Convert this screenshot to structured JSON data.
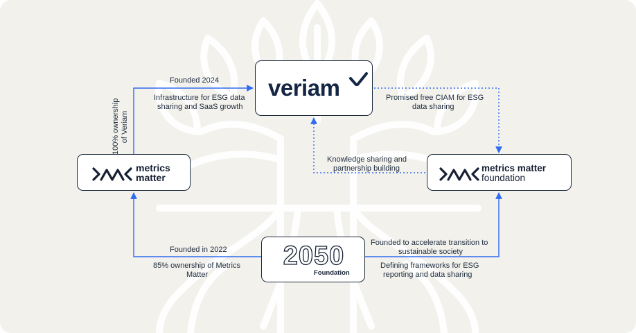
{
  "colors": {
    "background": "#f2f1ec",
    "tree_watermark": "#ffffff",
    "node_border": "#1c2a3a",
    "connector": "#2f6bf2",
    "text": "#1d2b3d",
    "veriam_navy": "#152544"
  },
  "nodes": {
    "veriam": {
      "wordmark": "veriam"
    },
    "metrics_matter": {
      "line1": "metrics",
      "line2": "matter"
    },
    "mm_foundation": {
      "line1": "metrics matter",
      "line2": "foundation"
    },
    "foundation_2050": {
      "big": "2050",
      "small": "Foundation"
    }
  },
  "labels": {
    "founded_2024": "Founded 2024",
    "infra_line1": "Infrastructure for ESG data",
    "infra_line2": "sharing and SaaS growth",
    "ownership_veriam_line1": "100% ownership",
    "ownership_veriam_line2": "of Veriam",
    "ciam_line1": "Promised free CIAM for ESG",
    "ciam_line2": "data sharing",
    "knowledge_line1": "Knowledge sharing and",
    "knowledge_line2": "partnership building",
    "founded_2022": "Founded in 2022",
    "ownership_mm_line1": "85% ownership of Metrics",
    "ownership_mm_line2": "Matter",
    "accelerate_line1": "Founded to accelerate transition to",
    "accelerate_line2": "sustainable society",
    "frameworks_line1": "Defining frameworks for ESG",
    "frameworks_line2": "reporting and data sharing"
  },
  "edges": [
    {
      "from": "metrics_matter",
      "to": "veriam",
      "style": "solid"
    },
    {
      "from": "veriam",
      "to": "mm_foundation",
      "style": "dotted"
    },
    {
      "from": "mm_foundation",
      "to": "veriam",
      "style": "dotted"
    },
    {
      "from": "foundation_2050",
      "to": "metrics_matter",
      "style": "solid"
    },
    {
      "from": "foundation_2050",
      "to": "mm_foundation",
      "style": "solid"
    }
  ]
}
